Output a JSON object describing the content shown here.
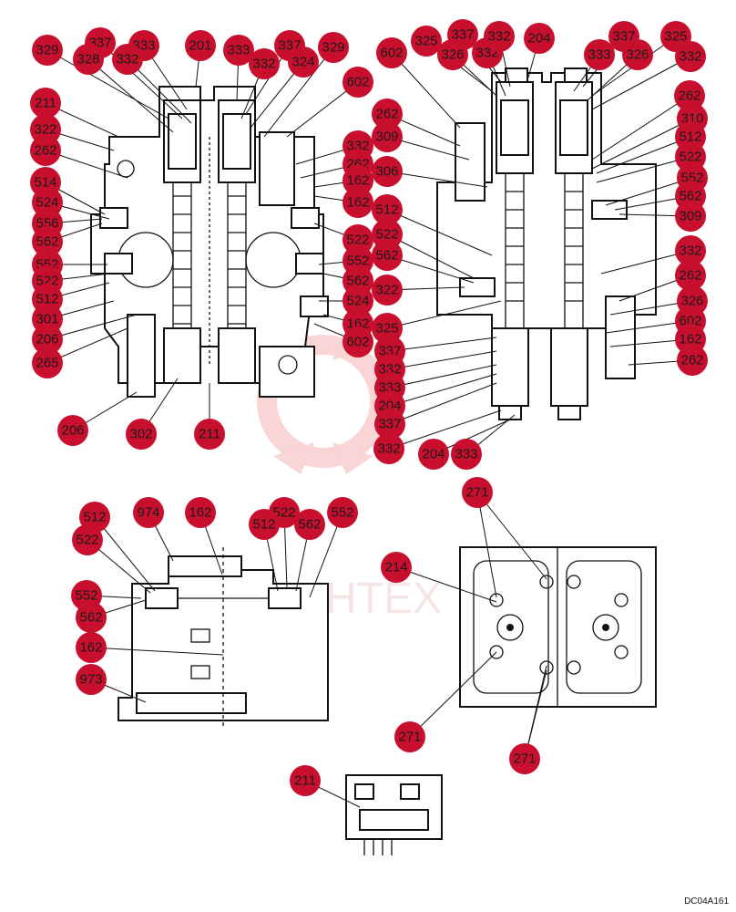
{
  "colors": {
    "bubble": "#c8102e",
    "line": "#111111",
    "watermark": "#f2c0c0"
  },
  "watermark_text": "АНТЕХ",
  "doc_code": "DC04A161",
  "callouts": {
    "left_assembly": [
      "329",
      "337",
      "333",
      "332",
      "328",
      "201",
      "333",
      "332",
      "337",
      "324",
      "329",
      "602",
      "211",
      "322",
      "262",
      "332",
      "262",
      "162",
      "514",
      "524",
      "162",
      "556",
      "562",
      "522",
      "552",
      "552",
      "562",
      "522",
      "512",
      "301",
      "524",
      "162",
      "602",
      "206",
      "265",
      "206",
      "302",
      "211"
    ],
    "right_assembly": [
      "602",
      "325",
      "337",
      "326",
      "332",
      "332",
      "204",
      "333",
      "337",
      "326",
      "325",
      "332",
      "262",
      "309",
      "306",
      "512",
      "522",
      "562",
      "322",
      "262",
      "310",
      "512",
      "522",
      "552",
      "562",
      "309",
      "332",
      "262",
      "326",
      "602",
      "162",
      "262",
      "325",
      "337",
      "332",
      "333",
      "204",
      "337",
      "332",
      "204",
      "333"
    ],
    "bottom_left": [
      "974",
      "162",
      "512",
      "522",
      "522",
      "512",
      "562",
      "552",
      "552",
      "562",
      "162",
      "973"
    ],
    "bottom_right": [
      "271",
      "214",
      "271",
      "271"
    ],
    "bottom_center": [
      "211"
    ]
  }
}
